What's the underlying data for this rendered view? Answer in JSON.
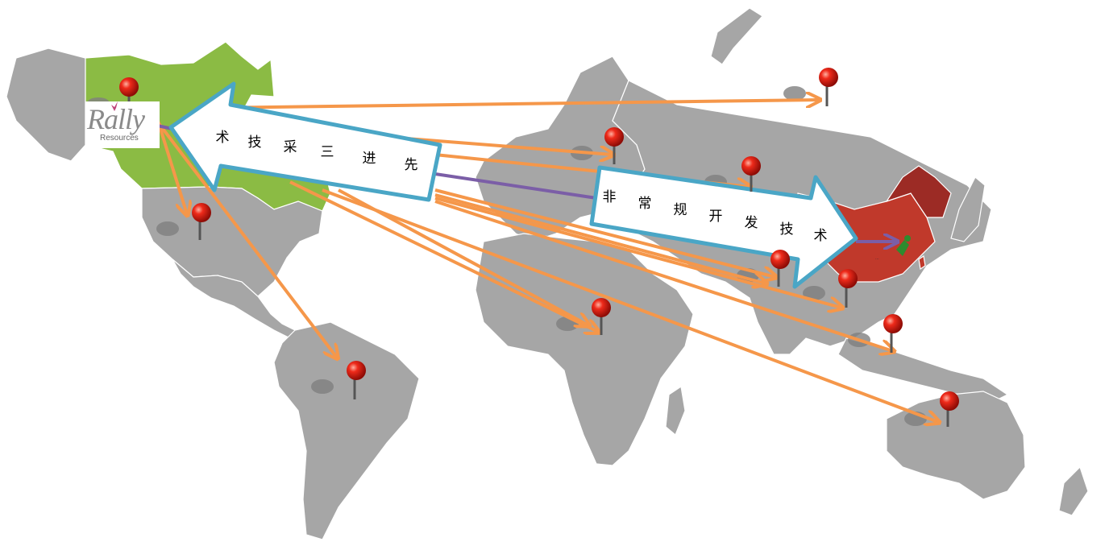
{
  "logo": {
    "main": "Rally",
    "sub": "Resources"
  },
  "arrows": {
    "left_label_chars": [
      "先",
      "进",
      "三",
      "采",
      "技",
      "术"
    ],
    "right_label_chars": [
      "非",
      "常",
      "规",
      "开",
      "发",
      "技",
      "术"
    ]
  },
  "china_label": "...",
  "pin_locations": [
    "usa",
    "brazil",
    "africa",
    "europe",
    "russia",
    "arctic",
    "south-asia",
    "southeast-asia",
    "indonesia",
    "australia",
    "canada"
  ],
  "colors": {
    "land": "#a6a6a6",
    "canada": "#8bbb44",
    "china": "#c0392b",
    "china_north": "#9c2b25",
    "orange_arrow": "#f5974a",
    "purple_arrow": "#7b5ea7",
    "big_arrow_border": "#4aa6c6",
    "pin_red": "#e02020"
  }
}
